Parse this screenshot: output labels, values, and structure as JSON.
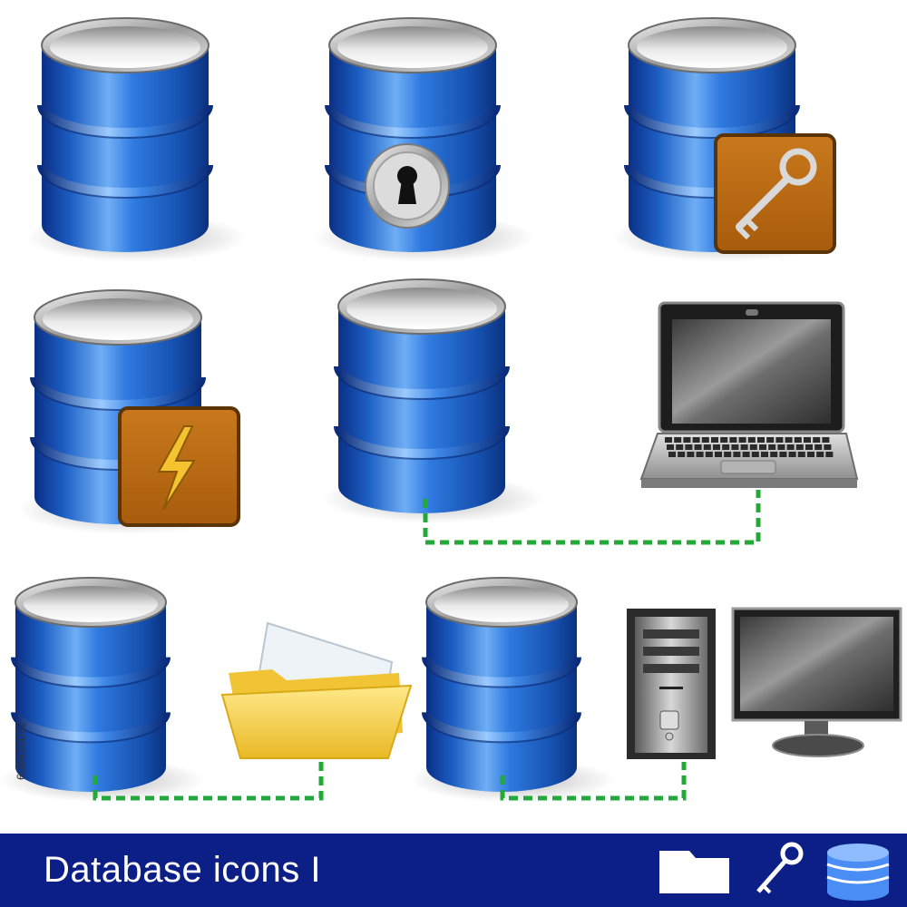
{
  "footer": {
    "title": "Database icons I",
    "background": "#0c1f86",
    "icons": [
      "folder-icon",
      "key-icon",
      "database-icon"
    ]
  },
  "stock_id": "608620092",
  "colors": {
    "database_blue": "#1f63c8",
    "badge_brown": "#b96a12",
    "connector_green": "#23a83a",
    "folder_yellow": "#f3cc3c"
  },
  "items": [
    "database-icon",
    "locked-database-icon",
    "database-key-icon",
    "database-power-icon",
    "database-laptop-connection",
    "database-folder-connection",
    "database-desktop-computer-connection"
  ]
}
